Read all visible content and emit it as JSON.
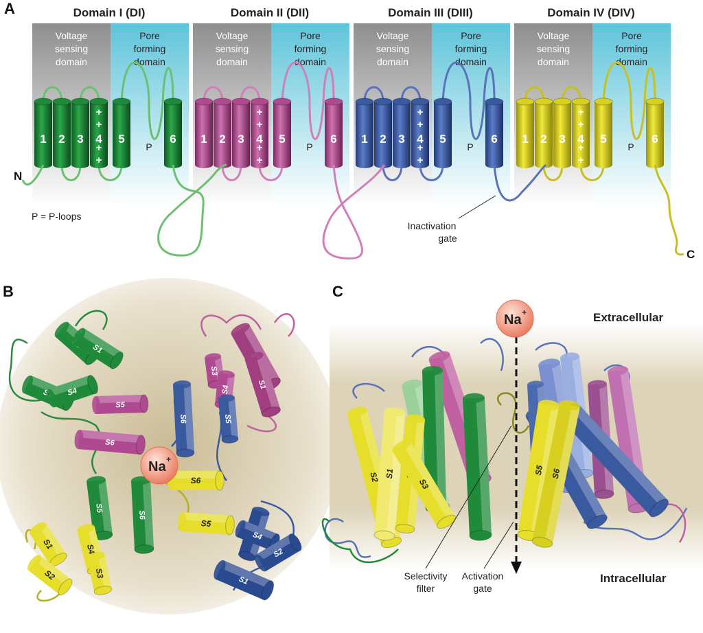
{
  "panels": {
    "a": "A",
    "b": "B",
    "c": "C"
  },
  "domains": [
    {
      "title": "Domain I (DI)",
      "color": "#1f8a3a",
      "p": "P"
    },
    {
      "title": "Domain II (DII)",
      "color": "#b04a90",
      "p": "P"
    },
    {
      "title": "Domain III (DIII)",
      "color": "#3a5aa0",
      "p": "P"
    },
    {
      "title": "Domain IV (DIV)",
      "color": "#d8d020",
      "p": "P"
    }
  ],
  "vsd_label": [
    "Voltage",
    "sensing",
    "domain"
  ],
  "pore_label": [
    "Pore",
    "forming",
    "domain"
  ],
  "segments": [
    "1",
    "2",
    "3",
    "4",
    "5",
    "6"
  ],
  "charges": "+",
  "n_term": "N",
  "c_term": "C",
  "p_note": "P = P-loops",
  "inact": [
    "Inactivation",
    "gate"
  ],
  "b_labels": {
    "s1": "S1",
    "s2": "S2",
    "s3": "S3",
    "s4": "S4",
    "s5": "S5",
    "s6": "S6"
  },
  "na": {
    "symbol": "Na",
    "sup": "+"
  },
  "c_panel": {
    "extracellular": "Extracellular",
    "intracellular": "Intracellular",
    "selectivity": [
      "Selectivity",
      "filter"
    ],
    "activation": [
      "Activation",
      "gate"
    ]
  },
  "colors": {
    "gray_box": "#9a9a9a",
    "cyan_box": "#66c8dc",
    "membrane": "#d9cfb8",
    "na_ball": "#f2a28a"
  }
}
